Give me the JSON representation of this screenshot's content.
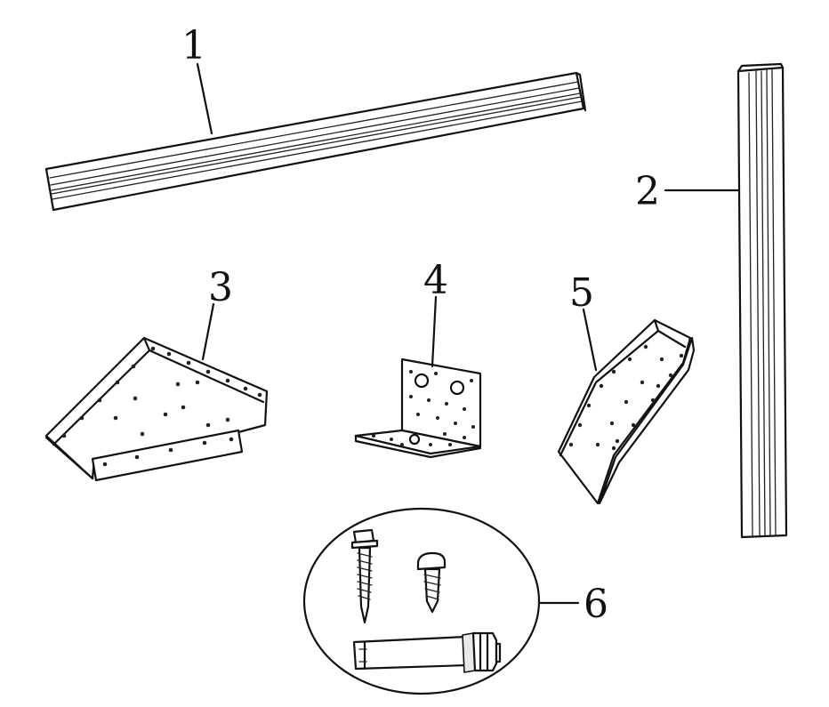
{
  "parts": [
    {
      "number": "1"
    },
    {
      "number": "2"
    },
    {
      "number": "3"
    },
    {
      "number": "4"
    },
    {
      "number": "5"
    },
    {
      "number": "6"
    }
  ]
}
